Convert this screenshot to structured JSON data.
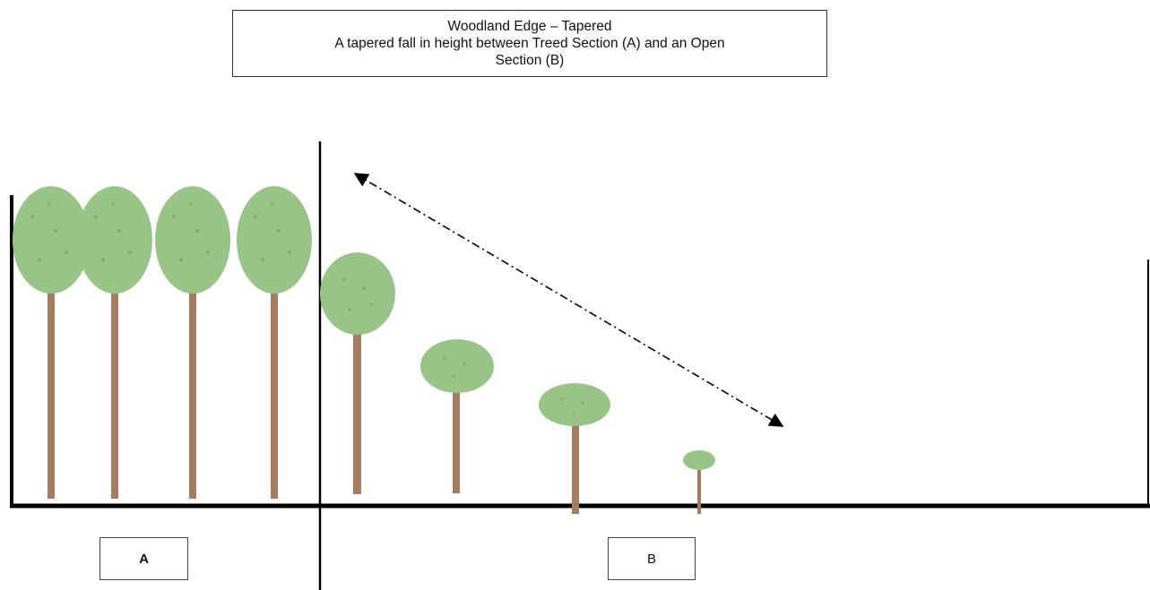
{
  "title": {
    "line1": "Woodland Edge – Tapered",
    "line2": "A tapered fall in height between Treed Section (A) and an Open",
    "line3": "Section (B)"
  },
  "labels": {
    "a": "A",
    "b": "B"
  },
  "colors": {
    "foliage": "#98c487",
    "foliage_dots": "#7fae6c",
    "trunk": "#a67c5e",
    "line": "#000000"
  },
  "icons": [
    "tree-icon",
    "double-headed-arrow-icon"
  ]
}
